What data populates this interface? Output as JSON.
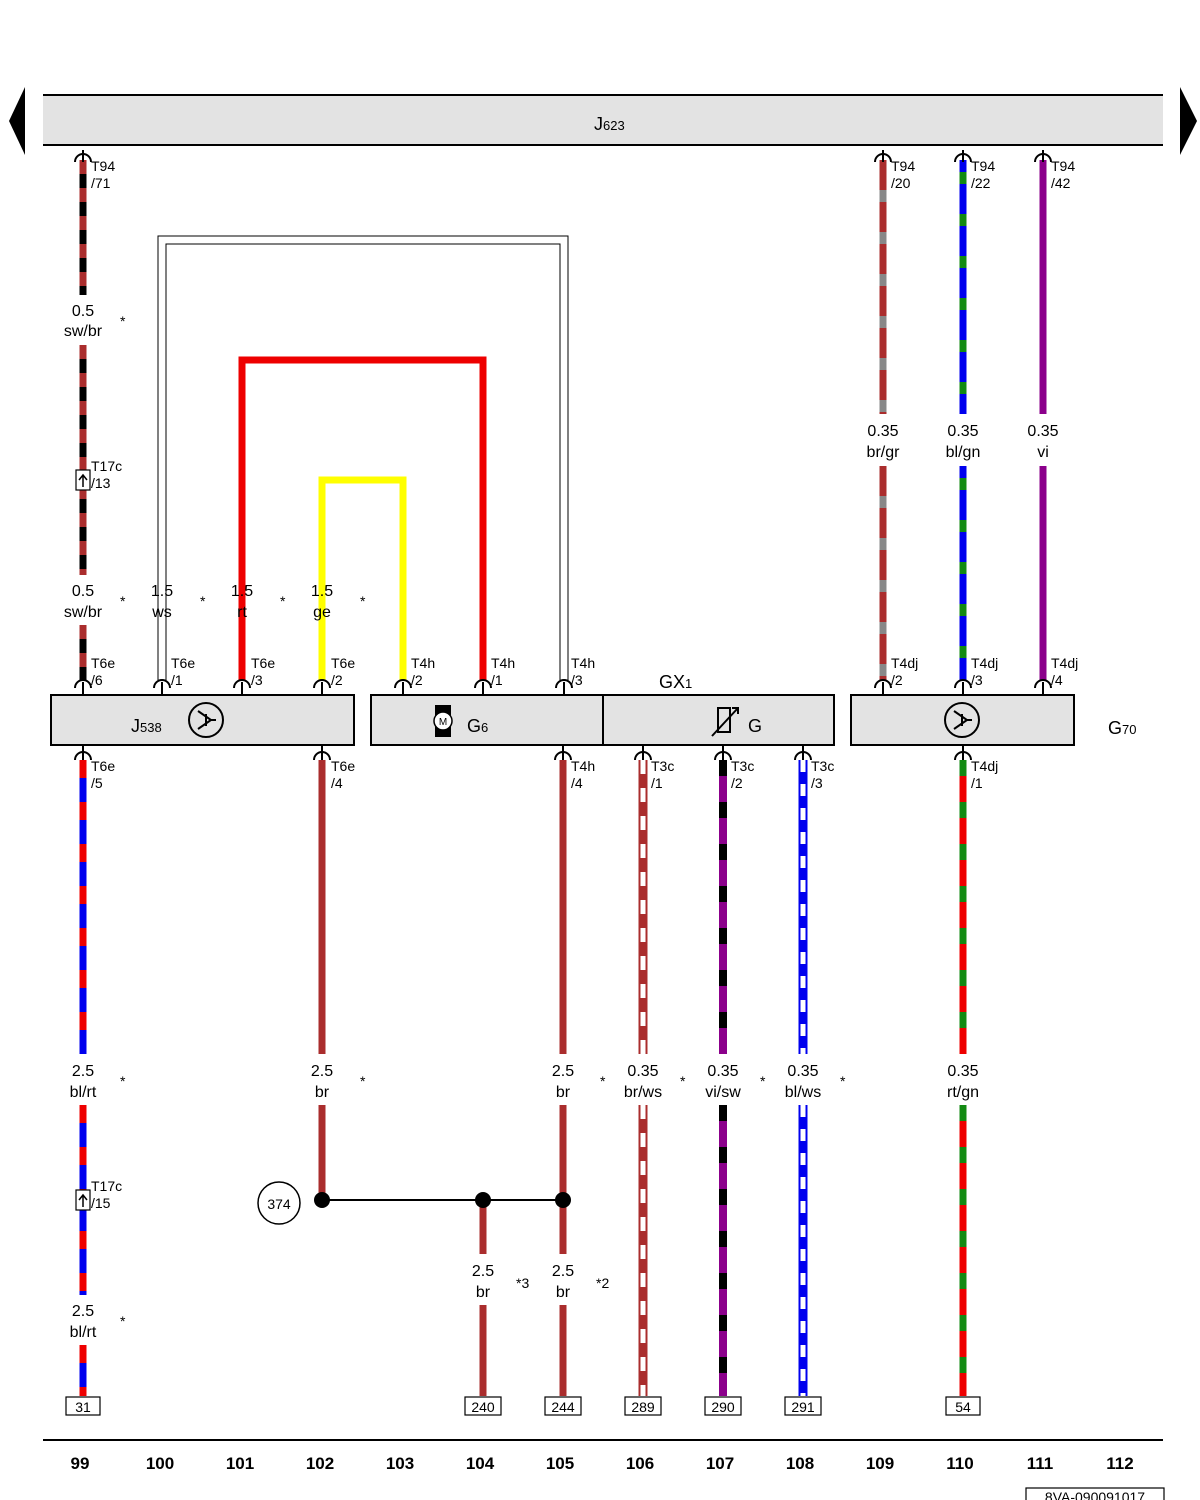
{
  "page": {
    "title": "J623",
    "doc_code": "8VA-090091017"
  },
  "components": {
    "ecu": {
      "name": "J",
      "sub": "623"
    },
    "j538": {
      "name": "J",
      "sub": "538"
    },
    "g6": {
      "name": "G",
      "sub": "6"
    },
    "g": {
      "name": "G"
    },
    "gx1": {
      "name": "GX",
      "sub": "1"
    },
    "g70": {
      "name": "G",
      "sub": "70"
    }
  },
  "icons": {
    "pump": "fuel-pump-control-icon",
    "motor": "motor-icon",
    "sensor": "variable-resistor-icon",
    "meter": "flow-meter-icon",
    "connector": "connector-arrow-icon"
  },
  "colors": {
    "red": "#ee0000",
    "yellow": "#ffff00",
    "brown": "#aa2d2d",
    "blue": "#0000ee",
    "black": "#000000",
    "grey": "#888888",
    "green": "#138a13",
    "violet": "#8b008b",
    "white": "#ffffff",
    "box_fill": "#e3e3e3"
  },
  "pins": {
    "t94_71": {
      "a": "T94",
      "b": "/71"
    },
    "t94_20": {
      "a": "T94",
      "b": "/20"
    },
    "t94_22": {
      "a": "T94",
      "b": "/22"
    },
    "t94_42": {
      "a": "T94",
      "b": "/42"
    },
    "t17c_13": {
      "a": "T17c",
      "b": "/13"
    },
    "t6e_6": {
      "a": "T6e",
      "b": "/6"
    },
    "t6e_1": {
      "a": "T6e",
      "b": "/1"
    },
    "t6e_3": {
      "a": "T6e",
      "b": "/3"
    },
    "t6e_2": {
      "a": "T6e",
      "b": "/2"
    },
    "t4h_2": {
      "a": "T4h",
      "b": "/2"
    },
    "t4h_1": {
      "a": "T4h",
      "b": "/1"
    },
    "t4h_3": {
      "a": "T4h",
      "b": "/3"
    },
    "t4dj_2": {
      "a": "T4dj",
      "b": "/2"
    },
    "t4dj_3": {
      "a": "T4dj",
      "b": "/3"
    },
    "t4dj_4": {
      "a": "T4dj",
      "b": "/4"
    },
    "t6e_5": {
      "a": "T6e",
      "b": "/5"
    },
    "t6e_4": {
      "a": "T6e",
      "b": "/4"
    },
    "t4h_4": {
      "a": "T4h",
      "b": "/4"
    },
    "t3c_1": {
      "a": "T3c",
      "b": "/1"
    },
    "t3c_2": {
      "a": "T3c",
      "b": "/2"
    },
    "t3c_3": {
      "a": "T3c",
      "b": "/3"
    },
    "t4dj_1": {
      "a": "T4dj",
      "b": "/1"
    },
    "t17c_15": {
      "a": "T17c",
      "b": "/15"
    }
  },
  "wires": {
    "w1": {
      "size": "0.5",
      "color": "sw/br"
    },
    "w2": {
      "size": "0.5",
      "color": "sw/br"
    },
    "w3": {
      "size": "1.5",
      "color": "ws"
    },
    "w4": {
      "size": "1.5",
      "color": "rt"
    },
    "w5": {
      "size": "1.5",
      "color": "ge"
    },
    "w6": {
      "size": "0.35",
      "color": "br/gr"
    },
    "w7": {
      "size": "0.35",
      "color": "bl/gn"
    },
    "w8": {
      "size": "0.35",
      "color": "vi"
    },
    "w9": {
      "size": "2.5",
      "color": "bl/rt"
    },
    "w10": {
      "size": "2.5",
      "color": "br"
    },
    "w11": {
      "size": "2.5",
      "color": "br"
    },
    "w12": {
      "size": "0.35",
      "color": "br/ws"
    },
    "w13": {
      "size": "0.35",
      "color": "vi/sw"
    },
    "w14": {
      "size": "0.35",
      "color": "bl/ws"
    },
    "w15": {
      "size": "0.35",
      "color": "rt/gn"
    },
    "w16": {
      "size": "2.5",
      "color": "bl/rt"
    },
    "w17": {
      "size": "2.5",
      "color": "br"
    },
    "w18": {
      "size": "2.5",
      "color": "br"
    }
  },
  "notes": {
    "star": "*",
    "n2": "*2",
    "n3": "*3"
  },
  "ground_ref": "374",
  "refs": {
    "r31": "31",
    "r240": "240",
    "r244": "244",
    "r289": "289",
    "r290": "290",
    "r291": "291",
    "r54": "54"
  },
  "axis": [
    "99",
    "100",
    "101",
    "102",
    "103",
    "104",
    "105",
    "106",
    "107",
    "108",
    "109",
    "110",
    "111",
    "112"
  ]
}
